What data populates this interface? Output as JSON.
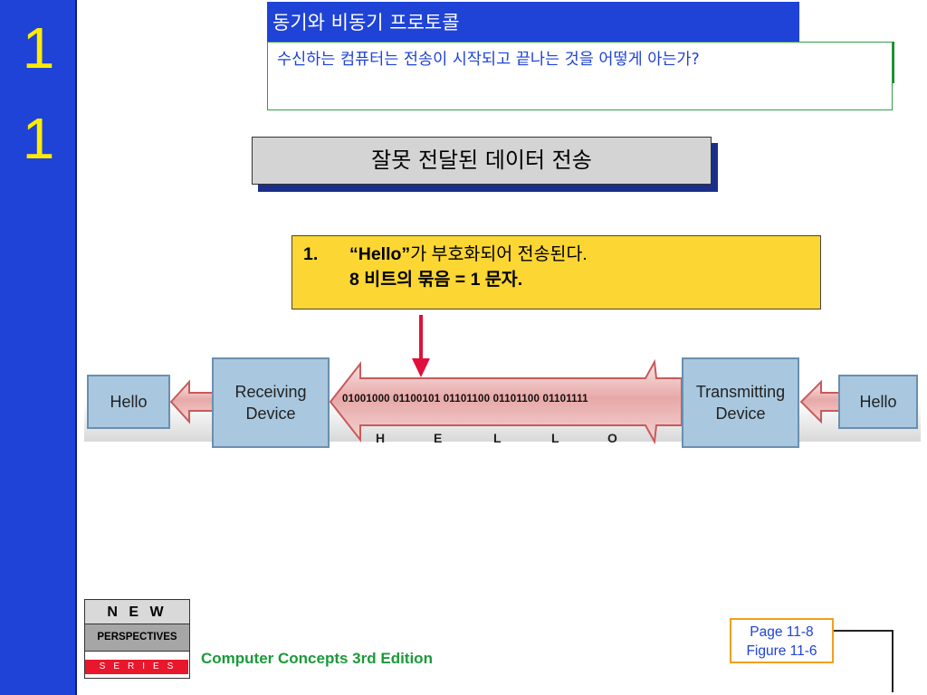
{
  "chapter": {
    "digit_top": "1",
    "digit_bottom": "1"
  },
  "title": "동기와 비동기 프로토콜",
  "question": "수신하는 컴퓨터는 전송이 시작되고 끝나는 것을 어떻게 아는가?",
  "subtitle": "잘못 전달된 데이터 전송",
  "step": {
    "number": "1.",
    "line1_quote": "“Hello”",
    "line1_rest": "가 부호화되어 전송된다.",
    "line2": "8 비트의 묶음 = 1 문자."
  },
  "diagram": {
    "hello_left": "Hello",
    "receiving_label": "Receiving Device",
    "bits": "01001000  01100101  01101100  01101100  01101111",
    "letters": [
      "H",
      "E",
      "L",
      "L",
      "O"
    ],
    "transmitting_label": "Transmitting Device",
    "hello_right": "Hello"
  },
  "footer": {
    "logo_new": "N E W",
    "logo_perspectives": "PERSPECTIVES",
    "logo_series": "SERIES",
    "book_title": "Computer Concepts 3rd Edition",
    "page_ref": "Page 11-8",
    "figure_ref": "Figure 11-6"
  },
  "colors": {
    "band_blue": "#1f43d6",
    "digit_yellow": "#ffea00",
    "step_yellow": "#fcd632",
    "arrow_red": "#e0103a",
    "device_blue": "#a9c8e0",
    "book_green": "#1b9a3a"
  }
}
